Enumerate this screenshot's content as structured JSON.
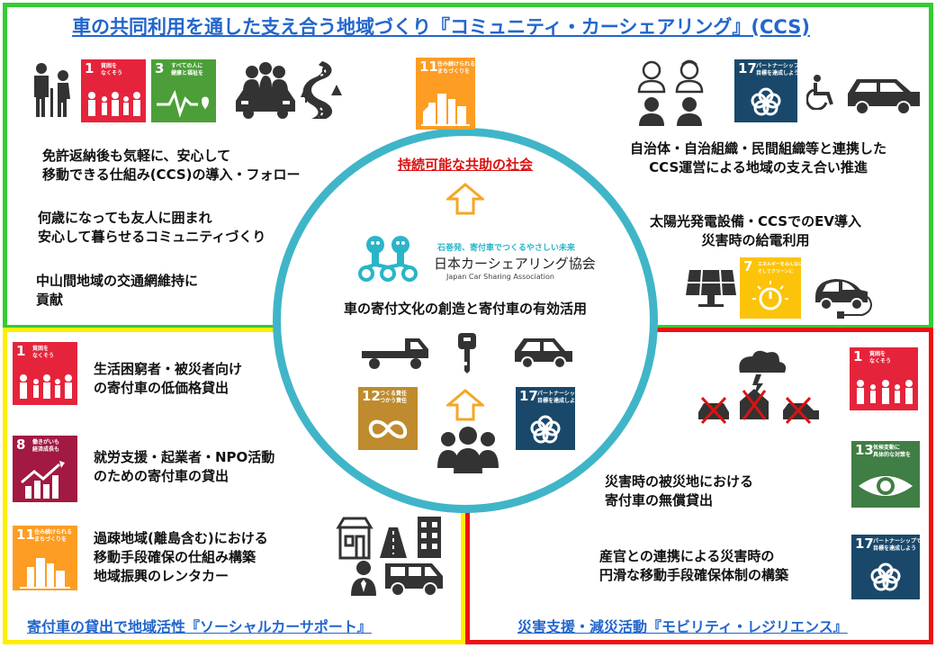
{
  "title_top": "車の共同利用を通した支え合う地域づくり『コミュニティ・カーシェアリング』(CCS)",
  "title_left": "寄付車の貸出で地域活性『ソーシャルカーサポート』",
  "title_right": "災害支援・減災活動『モビリティ・レジリエンス』",
  "center": {
    "top_label": "持続可能な共助の社会",
    "logo_tagline": "石巻発、寄付車でつくるやさしい未来",
    "logo_name": "日本カーシェアリング協会",
    "logo_en": "Japan Car Sharing Association",
    "main_label": "車の寄付文化の創造と寄付車の有効活用"
  },
  "top_left_texts": [
    [
      "免許返納後も気軽に、安心して",
      "移動できる仕組み(CCS)の導入・フォロー"
    ],
    [
      "何歳になっても友人に囲まれ",
      "安心して暮らせるコミュニティづくり"
    ],
    [
      "中山間地域の交通網維持に",
      "貢献"
    ]
  ],
  "top_right_texts": [
    [
      "自治体・自治組織・民間組織等と連携した",
      "CCS運営による地域の支え合い推進"
    ],
    [
      "太陽光発電設備・CCSでのEV導入",
      "災害時の給電利用"
    ]
  ],
  "bottom_left_texts": [
    [
      "生活困窮者・被災者向け",
      "の寄付車の低価格貸出"
    ],
    [
      "就労支援・起業者・NPO活動",
      "のための寄付車の貸出"
    ],
    [
      "過疎地域(離島含む)における",
      "移動手段確保の仕組み構築",
      "地域振興のレンタカー"
    ]
  ],
  "bottom_right_texts": [
    [
      "災害時の被災地における",
      "寄付車の無償貸出"
    ],
    [
      "産官との連携による災害時の",
      "円滑な移動手段確保体制の構築"
    ]
  ],
  "sdgs": {
    "g1": {
      "num": "1",
      "label": "貧困を\nなくそう",
      "color": "#e5243b"
    },
    "g3": {
      "num": "3",
      "label": "すべての人に\n健康と福祉を",
      "color": "#4c9f38"
    },
    "g7": {
      "num": "7",
      "label": "エネルギーをみんなに\nそしてクリーンに",
      "color": "#fcc30b"
    },
    "g8": {
      "num": "8",
      "label": "働きがいも\n経済成長も",
      "color": "#a21942"
    },
    "g11": {
      "num": "11",
      "label": "住み続けられる\nまちづくりを",
      "color": "#fd9d24"
    },
    "g12": {
      "num": "12",
      "label": "つくる責任\nつかう責任",
      "color": "#bf8b2e"
    },
    "g13": {
      "num": "13",
      "label": "気候変動に\n具体的な対策を",
      "color": "#3f7e44"
    },
    "g17": {
      "num": "17",
      "label": "パートナーシップで\n目標を達成しよう",
      "color": "#19486a"
    }
  },
  "colors": {
    "green_frame": "#33cc33",
    "yellow_frame": "#ffee00",
    "red_frame": "#ee1111",
    "circle": "#40b5c8",
    "title_blue": "#2266cc",
    "center_red": "#dd1111",
    "arrow_orange": "#f5a623",
    "icon_dark": "#333333"
  }
}
